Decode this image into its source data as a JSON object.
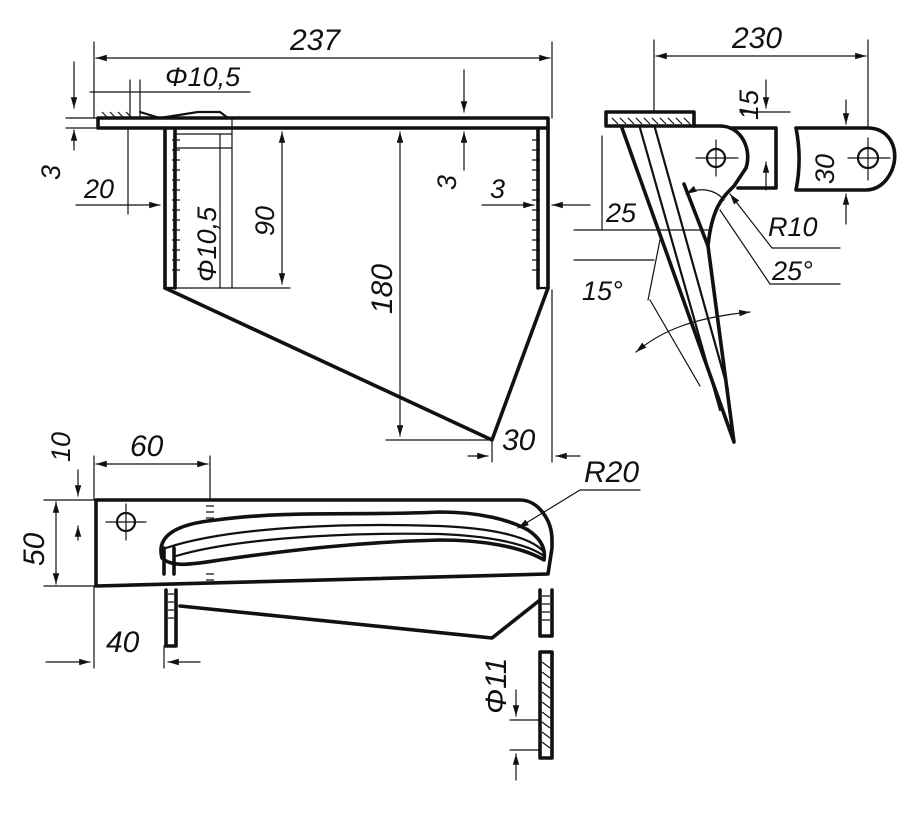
{
  "dimensions": {
    "top_width": "237",
    "top_hole": "Φ10,5",
    "plate_thickness_left": "3",
    "offset_20": "20",
    "side_hole": "Φ10,5",
    "height_90": "90",
    "height_180": "180",
    "thickness_3_mid": "3",
    "thickness_3_right": "3",
    "tip_30": "30",
    "side_width": "230",
    "side_15": "15",
    "side_30": "30",
    "side_25": "25",
    "radius_10": "R10",
    "angle_25": "25°",
    "angle_15": "15°",
    "plan_10": "10",
    "plan_60": "60",
    "plan_50": "50",
    "plan_40": "40",
    "radius_20": "R20",
    "pin_11": "Φ11"
  }
}
